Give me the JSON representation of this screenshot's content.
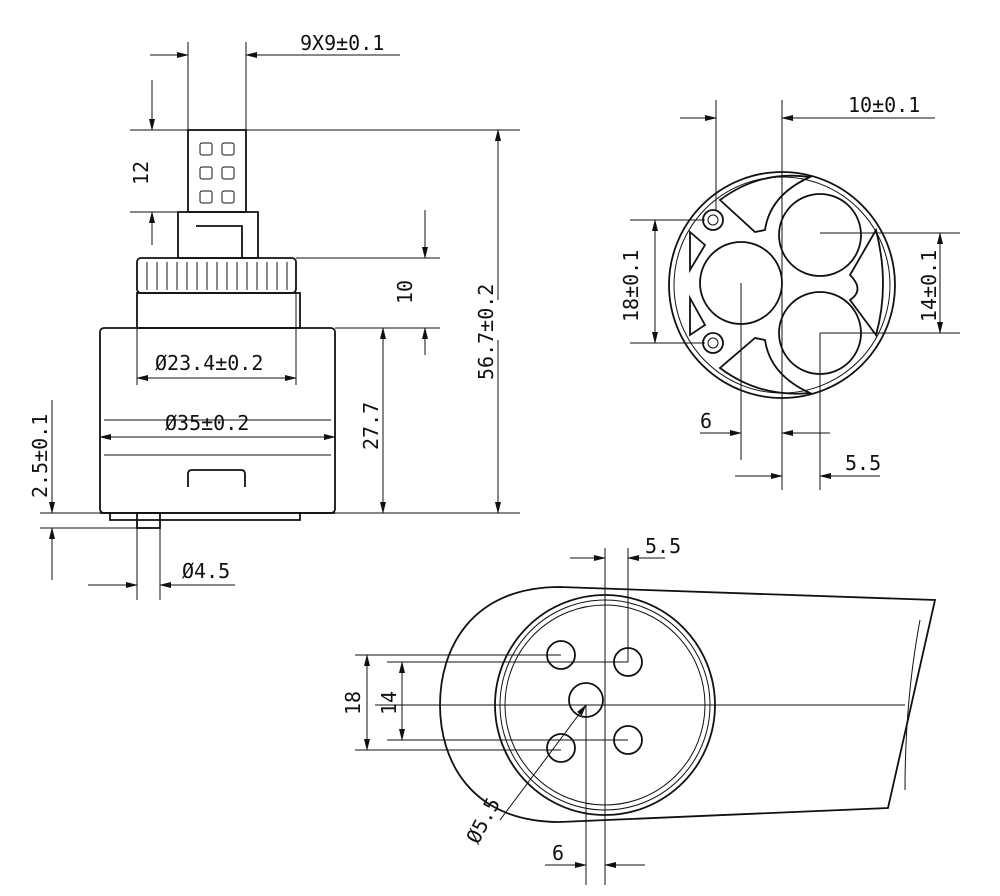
{
  "side_view": {
    "stem_size": "9X9±0.1",
    "stem_height": "12",
    "ring_height": "10",
    "total_height": "56.7±0.2",
    "ring_diameter": "Ø23.4±0.2",
    "body_diameter": "Ø35±0.2",
    "body_height": "27.7",
    "pin_height": "2.5±0.1",
    "pin_diameter": "Ø4.5"
  },
  "top_view": {
    "offset_x": "10±0.1",
    "hole_spacing_left": "18±0.1",
    "hole_spacing_right": "14±0.1",
    "offset_bottom": "6",
    "offset_bottom_right": "5.5"
  },
  "base_view": {
    "offset_top": "5.5",
    "spacing_outer": "18",
    "spacing_inner": "14",
    "hole_diameter": "Ø5.5",
    "offset_bottom": "6"
  },
  "colors": {
    "line": "#111111",
    "background": "#ffffff"
  }
}
